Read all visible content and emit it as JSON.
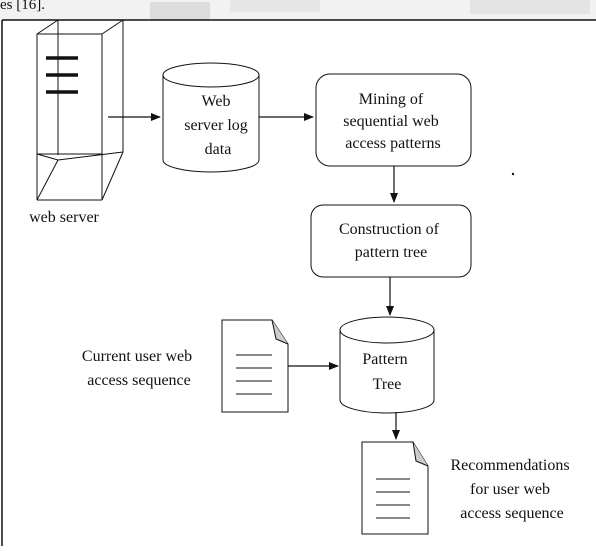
{
  "caption_fragment": "es [16].",
  "nodes": {
    "web_server": {
      "label": "web server"
    },
    "log_data": {
      "lines": [
        "Web",
        "server log",
        "data"
      ]
    },
    "mining": {
      "lines": [
        "Mining of",
        "sequential web",
        "access patterns"
      ]
    },
    "construction": {
      "lines": [
        "Construction of",
        "pattern tree"
      ]
    },
    "pattern_tree": {
      "lines": [
        "Pattern",
        "Tree"
      ]
    },
    "current_user": {
      "lines": [
        "Current user web",
        "access sequence"
      ]
    },
    "recommendations": {
      "lines": [
        "Recommendations",
        "for user web",
        "access sequence"
      ]
    }
  },
  "colors": {
    "stroke": "#111111",
    "background": "#ffffff",
    "header_fade": "#d8d8d8"
  }
}
